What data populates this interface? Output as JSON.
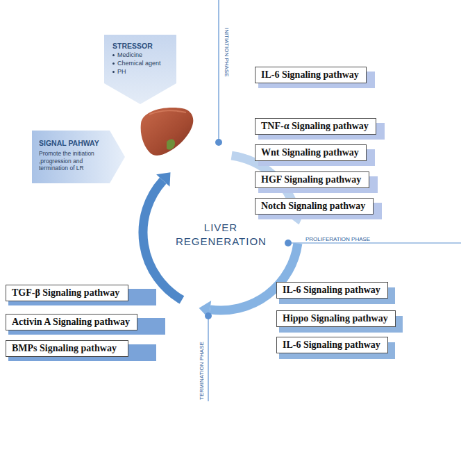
{
  "diagram": {
    "nodes": [
      {
        "text": [
          "STRESSOR",
          "Medicine",
          "Chemical agent",
          "PH"
        ]
      },
      {
        "text": [
          "SIGNAL PAHWAY",
          "Promote the initiation ,progression and termination of LR"
        ]
      },
      {
        "text": [
          "IL-6 Signaling pathway"
        ]
      },
      {
        "text": [
          "TNF-α Signaling pathway"
        ]
      },
      {
        "text": [
          "Wnt Signaling pathway"
        ]
      },
      {
        "text": [
          "HGF Signaling pathway"
        ]
      },
      {
        "text": [
          "Notch Signaling pathway"
        ]
      },
      {
        "text": [
          "IL-6 Signaling pathway"
        ]
      },
      {
        "text": [
          "Hippo Signaling pathway"
        ]
      },
      {
        "text": [
          "IL-6 Signaling pathway"
        ]
      },
      {
        "text": [
          "TGF-β  Signaling pathway"
        ]
      },
      {
        "text": [
          "Activin A Signaling pathway"
        ]
      },
      {
        "text": [
          "BMPs Signaling pathway"
        ]
      }
    ],
    "labels": [
      "LIVER REGENERATION",
      "INITIATION PHASE",
      "PROLIFERATION PHASE",
      "TERMINATION PHASE"
    ]
  }
}
